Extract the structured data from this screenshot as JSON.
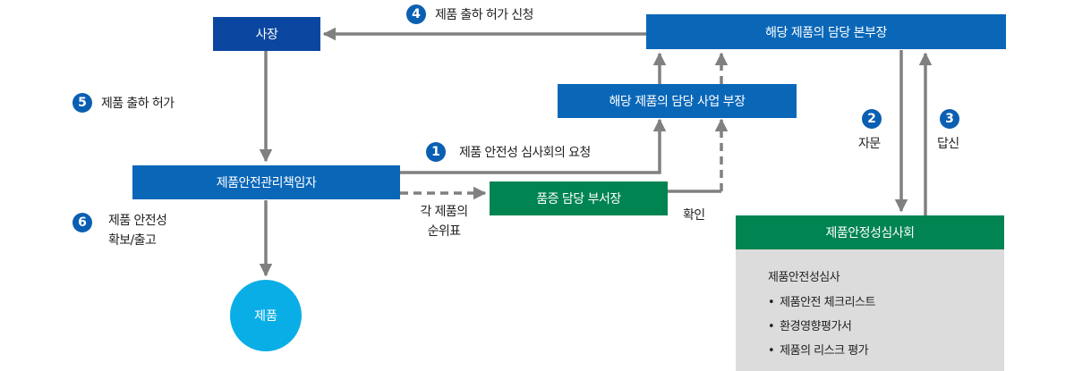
{
  "diagram": {
    "nodes": {
      "ceo": "사장",
      "division_head": "해당 제품의 담당 본부장",
      "business_head": "해당 제품의 담당 사업 부장",
      "safety_officer": "제품안전관리책임자",
      "qa_head": "품증 담당 부서장",
      "review_board": "제품안정성심사회",
      "product": "제품"
    },
    "steps": [
      {
        "number": "1",
        "label": "제품 안전성 심사회의 요청"
      },
      {
        "number": "2",
        "label": "자문"
      },
      {
        "number": "3",
        "label": "답신"
      },
      {
        "number": "4",
        "label": "제품 출하 허가 신청"
      },
      {
        "number": "5",
        "label": "제품 출하 허가"
      },
      {
        "number": "6",
        "label_line1": "제품 안전성",
        "label_line2": "확보/출고"
      }
    ],
    "edge_labels": {
      "ranking_line1": "각 제품의",
      "ranking_line2": "순위표",
      "confirm": "확인"
    },
    "review_panel": {
      "title": "제품안전성심사",
      "bullet": "•",
      "items": [
        "제품안전 체크리스트",
        "환경영향평가서",
        "제품의 리스크 평가"
      ]
    },
    "colors": {
      "navy": "#0b47a1",
      "blue": "#0a67b8",
      "green": "#008452",
      "cyan": "#0aaee6",
      "badge": "#0a5fb2",
      "arrow": "#808080",
      "panel": "#dcdcdc"
    }
  }
}
